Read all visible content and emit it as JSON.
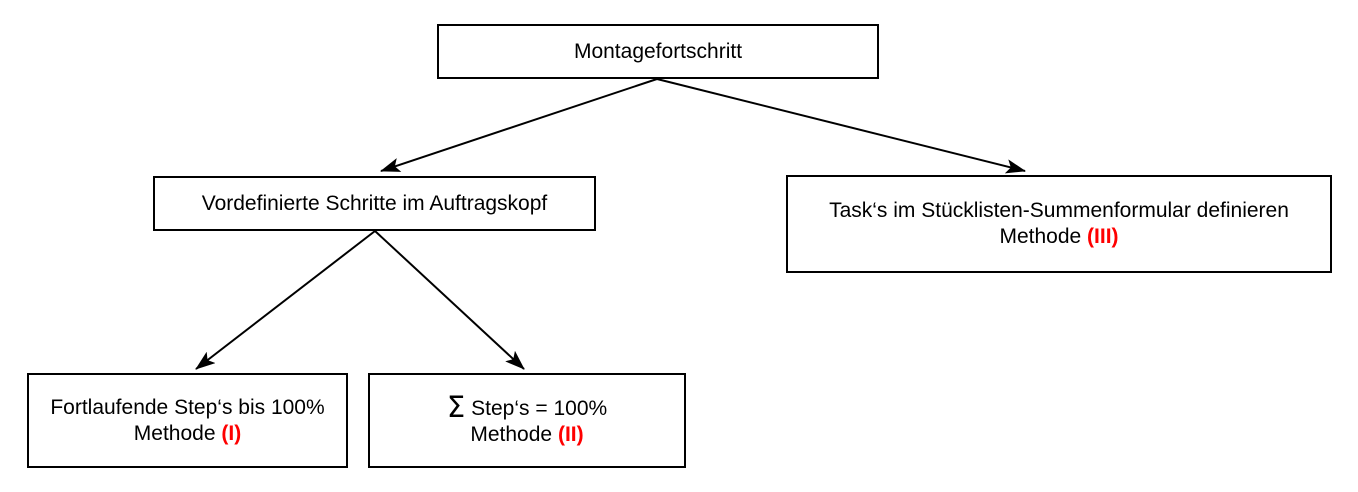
{
  "diagram": {
    "title": "Montagefortschritt",
    "type": "tree-diagram",
    "accent_color": "#ff0000",
    "line_color": "#000000",
    "background_color": "#ffffff",
    "nodes": {
      "root": {
        "line1": "Montagefortschritt"
      },
      "predefined": {
        "line1": "Vordefinierte Schritte im Auftragskopf"
      },
      "tasks": {
        "line1": "Task‘s im Stücklisten-Summenformular definieren",
        "line2_label": "Methode",
        "line2_method": "(III)"
      },
      "sequential": {
        "line1": "Fortlaufende Step‘s bis 100%",
        "line2_label": "Methode",
        "line2_method": "(I)"
      },
      "sum": {
        "sigma": "Σ",
        "line1": "Step‘s = 100%",
        "line2_label": "Methode",
        "line2_method": "(II)"
      }
    },
    "edges": [
      {
        "id": "root-to-predefined",
        "from": "root",
        "to": "predefined"
      },
      {
        "id": "root-to-tasks",
        "from": "root",
        "to": "tasks"
      },
      {
        "id": "predefined-to-sequential",
        "from": "predefined",
        "to": "sequential"
      },
      {
        "id": "predefined-to-sum",
        "from": "predefined",
        "to": "sum"
      }
    ]
  }
}
